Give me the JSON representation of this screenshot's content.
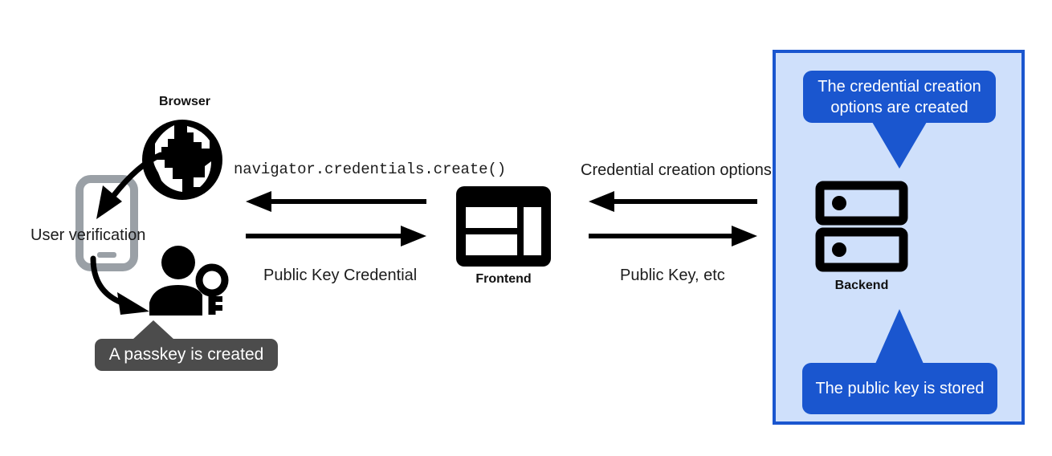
{
  "diagram": {
    "title_present": false,
    "colors": {
      "panel_fill": "#cfe0fb",
      "panel_border": "#1a56cf",
      "callout_blue": "#1a56cf",
      "tooltip_gray": "#4c4c4c",
      "icon_black": "#000000",
      "device_gray": "#9aa0a6",
      "text_black": "#1c1c1c",
      "background": "#ffffff"
    },
    "nodes": {
      "browser": {
        "label": "Browser",
        "icon": "globe-icon"
      },
      "device": {
        "icon": "mobile-device-icon"
      },
      "user": {
        "icon": "person-with-key-icon"
      },
      "frontend": {
        "label": "Frontend",
        "icon": "dashboard-window-icon"
      },
      "backend": {
        "label": "Backend",
        "icon": "server-rack-icon"
      }
    },
    "annotations": {
      "user_verification": "User verification",
      "passkey_created": "A passkey is created",
      "credential_options_created": "The credential creation options are created",
      "public_key_stored": "The public key is stored"
    },
    "edges": [
      {
        "id": "browser-frontend-request",
        "label": "navigator.credentials.create()",
        "direction": "right-to-left",
        "style": "mono",
        "from": "frontend",
        "to": "browser"
      },
      {
        "id": "browser-frontend-response",
        "label": "Public Key Credential",
        "direction": "left-to-right",
        "style": "sans",
        "from": "browser",
        "to": "frontend"
      },
      {
        "id": "backend-frontend-options",
        "label": "Credential creation options",
        "direction": "right-to-left",
        "style": "sans",
        "from": "backend",
        "to": "frontend"
      },
      {
        "id": "frontend-backend-publickey",
        "label": "Public Key, etc",
        "direction": "left-to-right",
        "style": "sans",
        "from": "frontend",
        "to": "backend"
      }
    ],
    "curved_arrows": [
      {
        "id": "globe-to-device",
        "from": "browser",
        "to": "device"
      },
      {
        "id": "device-to-user",
        "from": "device",
        "to": "user"
      }
    ]
  }
}
